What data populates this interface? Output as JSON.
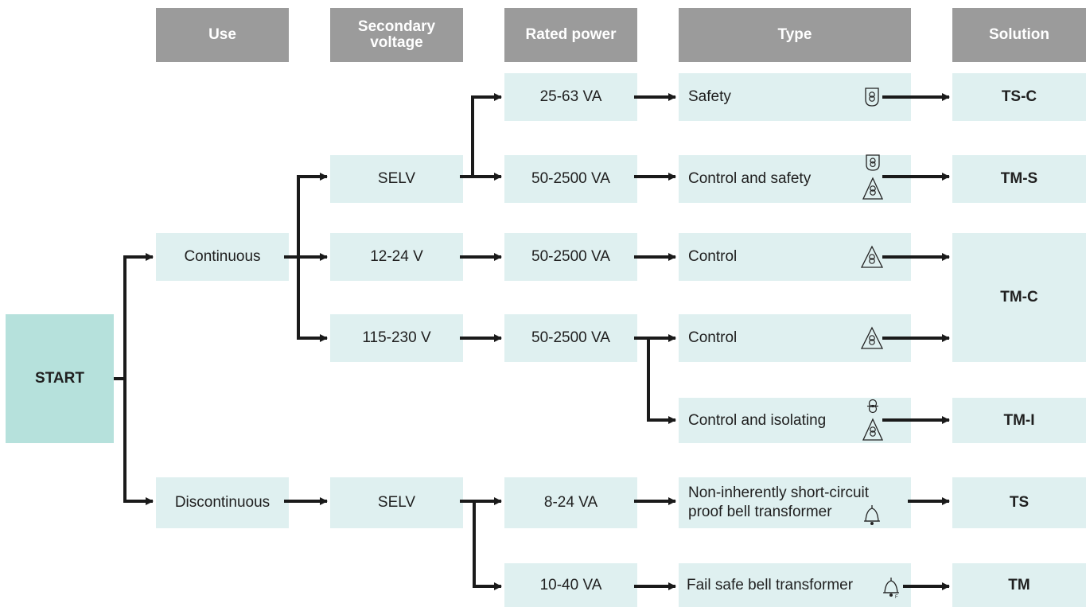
{
  "headers": {
    "use": "Use",
    "secondary_voltage": "Secondary voltage",
    "rated_power": "Rated power",
    "type": "Type",
    "solution": "Solution"
  },
  "start": "START",
  "use": {
    "continuous": "Continuous",
    "discontinuous": "Discontinuous"
  },
  "voltage": {
    "selv_1": "SELV",
    "v12_24": "12-24 V",
    "v115_230": "115-230 V",
    "selv_2": "SELV"
  },
  "power": {
    "p1": "25-63 VA",
    "p2": "50-2500 VA",
    "p3": "50-2500 VA",
    "p4": "50-2500 VA",
    "p5": "8-24 VA",
    "p6": "10-40 VA"
  },
  "type": {
    "safety": "Safety",
    "control_and_safety": "Control and safety",
    "control_1": "Control",
    "control_2": "Control",
    "control_and_isolating": "Control and isolating",
    "bell_line1": "Non-inherently short-circuit",
    "bell_line2": "proof bell transformer",
    "fail_safe": "Fail safe bell transformer"
  },
  "solution": {
    "tsc": "TS-C",
    "tms": "TM-S",
    "tmc": "TM-C",
    "tmi": "TM-I",
    "ts": "TS",
    "tm": "TM"
  },
  "colors": {
    "header": "#9b9b9b",
    "box": "#dff0f0",
    "start": "#b6e1dc",
    "line": "#1a1a1a"
  },
  "icons": [
    "safety-transformer-icon",
    "control-transformer-icon",
    "isolating-transformer-icon",
    "bell-transformer-icon",
    "fail-safe-bell-icon"
  ]
}
